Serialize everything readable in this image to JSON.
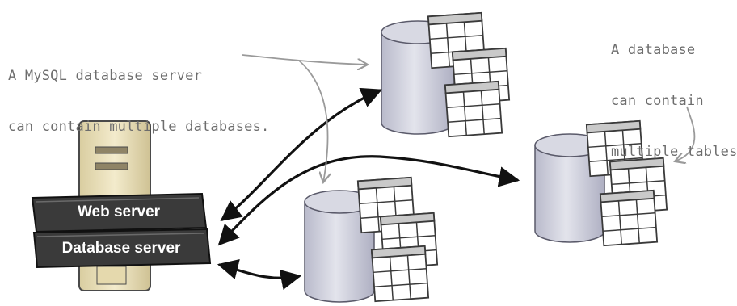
{
  "annotations": {
    "mysql_server": [
      "A MySQL database server",
      "can contain multiple databases."
    ],
    "database": [
      "A database",
      "can contain",
      "multiple tables."
    ]
  },
  "server_stack": {
    "web_server_label": "Web server",
    "database_server_label": "Database server"
  },
  "databases": [
    {
      "id": "db-top",
      "tables": 3
    },
    {
      "id": "db-bottom",
      "tables": 3
    },
    {
      "id": "db-right",
      "tables": 3
    }
  ],
  "colors": {
    "handwriting": "#6d6d6d",
    "arrow": "#111111",
    "pointer": "#9a9a9a",
    "cylinder": "#cfd0db",
    "table_fill": "#ffffff",
    "table_header": "#c9c9c9",
    "server_slab": "#3a3a3a",
    "server_tower": "#e9deb6"
  }
}
